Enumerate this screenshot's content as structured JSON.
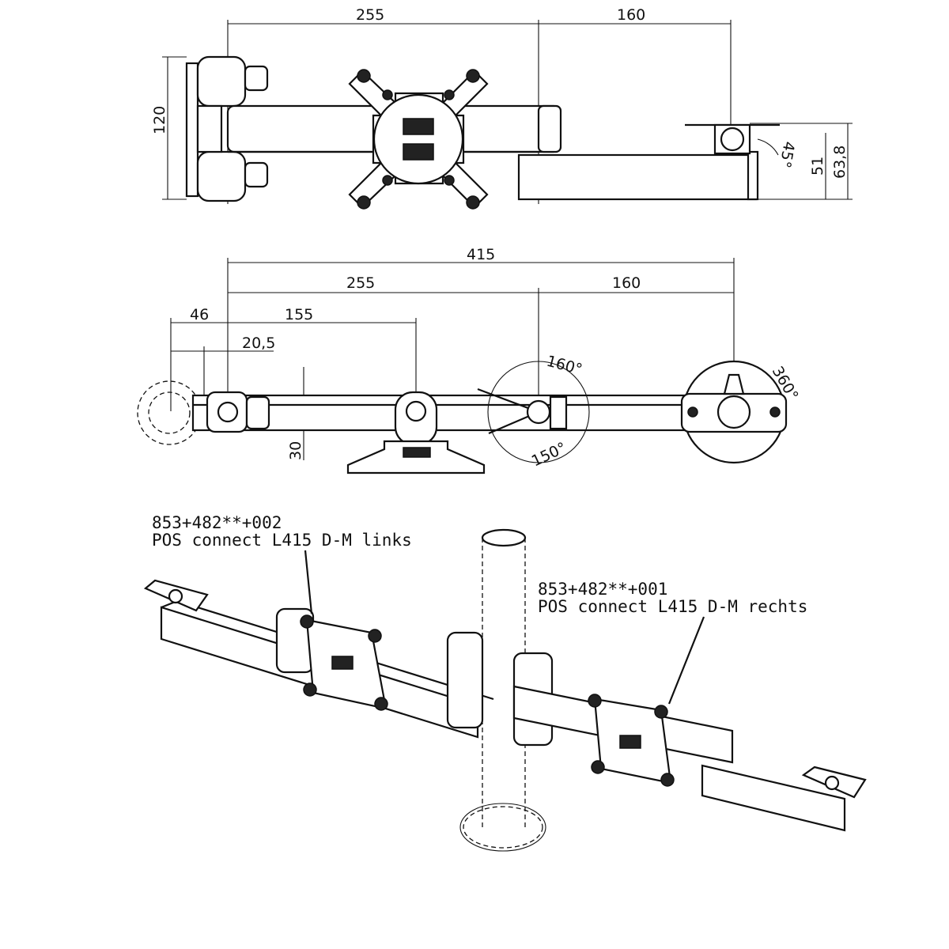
{
  "top_view": {
    "dimensions": {
      "d255": "255",
      "d160": "160",
      "d120": "120",
      "d51": "51",
      "d63_8": "63,8",
      "d45deg": "45°"
    }
  },
  "side_view": {
    "dimensions": {
      "d415": "415",
      "d255": "255",
      "d160": "160",
      "d46": "46",
      "d155": "155",
      "d20_5": "20,5",
      "d30": "30"
    },
    "angles": {
      "a160": "160°",
      "a150": "150°",
      "a360": "360°"
    }
  },
  "iso_view": {
    "left_part": {
      "code": "853+482**+002",
      "name": "POS connect L415 D-M links"
    },
    "right_part": {
      "code": "853+482**+001",
      "name": "POS connect L415 D-M rechts"
    }
  }
}
